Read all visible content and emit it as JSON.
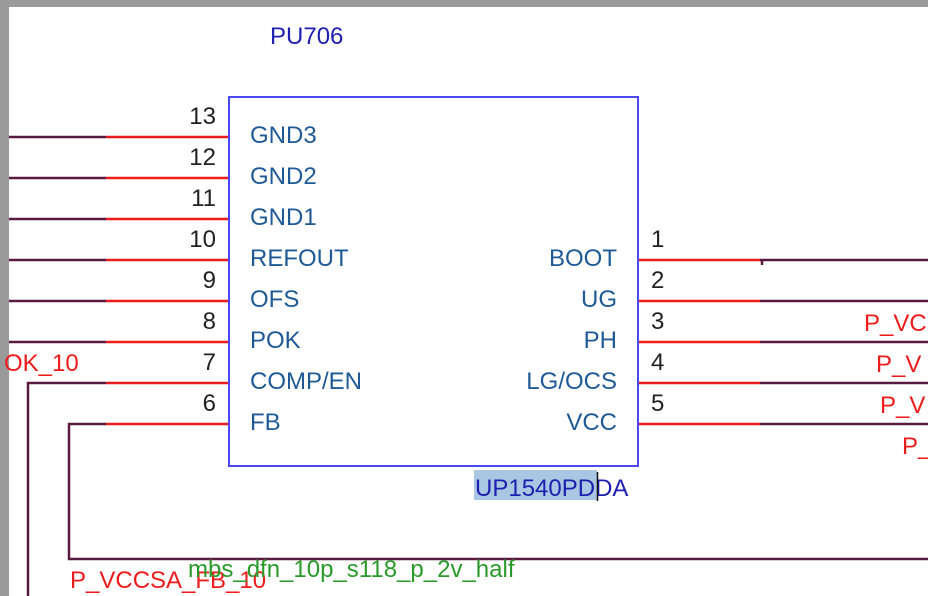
{
  "component": {
    "refdes": "PU706",
    "part_selected": "UP1540P",
    "part_rest": "DDA",
    "footprint": "mbs_dfn_10p_s118_p_2v_half"
  },
  "left_pins": [
    {
      "num": "13",
      "name": "GND3"
    },
    {
      "num": "12",
      "name": "GND2"
    },
    {
      "num": "11",
      "name": "GND1"
    },
    {
      "num": "10",
      "name": "REFOUT"
    },
    {
      "num": "9",
      "name": "OFS"
    },
    {
      "num": "8",
      "name": "POK"
    },
    {
      "num": "7",
      "name": "COMP/EN"
    },
    {
      "num": "6",
      "name": "FB"
    }
  ],
  "right_pins": [
    {
      "num": "1",
      "name": "BOOT"
    },
    {
      "num": "2",
      "name": "UG"
    },
    {
      "num": "3",
      "name": "PH"
    },
    {
      "num": "4",
      "name": "LG/OCS"
    },
    {
      "num": "5",
      "name": "VCC"
    }
  ],
  "nets": {
    "pok": "OK_10",
    "fb": "P_VCCSA_FB_10",
    "right_1": "P_VC",
    "right_2": "P_V",
    "right_3": "P_V",
    "right_4": "P_"
  },
  "colors": {
    "pin": "#ee1c1c",
    "wire": "#5a1a40",
    "body": "#4a4af0",
    "selection": "#a9c6e3"
  }
}
